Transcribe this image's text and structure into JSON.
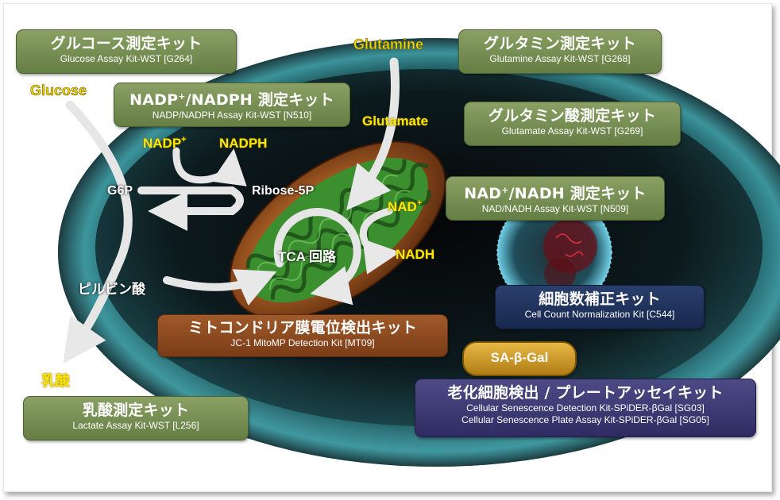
{
  "kits": {
    "glucose": {
      "title": "グルコース測定キット",
      "sub": "Glucose Assay Kit-WST [G264]"
    },
    "glutamine": {
      "title": "グルタミン測定キット",
      "sub": "Glutamine Assay Kit-WST [G268]"
    },
    "nadp": {
      "title_main": "NADP",
      "title_sup": "+",
      "title_rest": "/NADPH 測定キット",
      "sub": "NADP/NADPH Assay Kit-WST [N510]"
    },
    "glutamate": {
      "title": "グルタミン酸測定キット",
      "sub": "Glutamate Assay Kit-WST [G269]"
    },
    "nad": {
      "title_main": "NAD",
      "title_sup": "+",
      "title_rest": "/NADH 測定キット",
      "sub": "NAD/NADH Assay Kit-WST [N509]"
    },
    "cellcount": {
      "title": "細胞数補正キット",
      "sub": "Cell Count Normalization Kit [C544]"
    },
    "mito": {
      "title": "ミトコンドリア膜電位検出キット",
      "sub": "JC-1 MitoMP Detection Kit [MT09]"
    },
    "lactate": {
      "title": "乳酸測定キット",
      "sub": "Lactate Assay Kit-WST [L256]"
    },
    "senescence": {
      "title": "老化細胞検出 / プレートアッセイキット",
      "sub1": "Cellular Senescence Detection Kit-SPiDER-βGal [SG03]",
      "sub2": "Cellular Senescence Plate Assay Kit-SPiDER-βGal [SG05]"
    }
  },
  "labels": {
    "glucose": "Glucose",
    "glutamine": "Glutamine",
    "glutamate": "Glutamate",
    "nadp_plus": "NADP",
    "nadph": "NADPH",
    "g6p": "G6P",
    "ribose": "Ribose-5P",
    "nad_plus": "NAD",
    "nadh": "NADH",
    "tca": "TCA 回路",
    "pyruvate": "ピルビン酸",
    "lactate": "乳酸",
    "plus": "+"
  },
  "badge": "SA-β-Gal",
  "colors": {
    "kit_green": "#6f8a4c",
    "kit_orange": "#8a4620",
    "kit_blue": "#1d2f58",
    "kit_purple": "#3a3672",
    "metabolite_yellow": "#ffe600",
    "cell_teal": "#2a7c84"
  }
}
